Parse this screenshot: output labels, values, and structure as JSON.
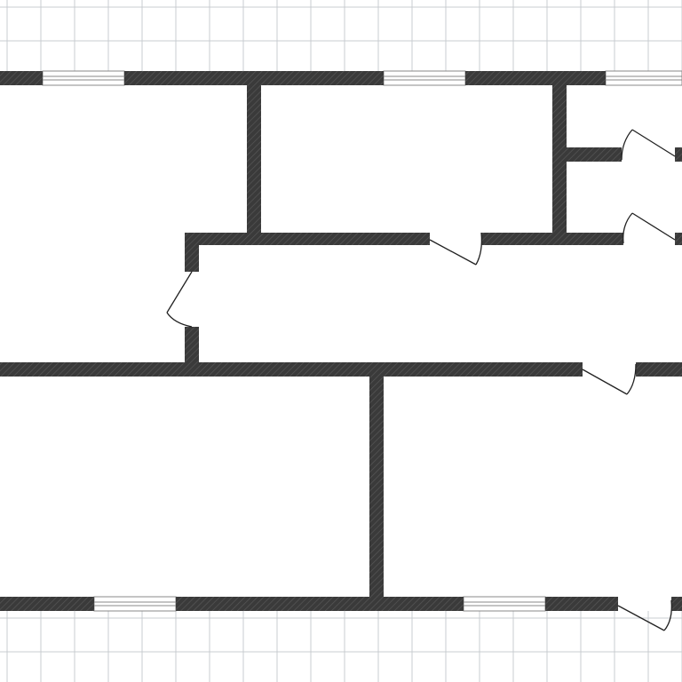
{
  "colors": {
    "background": "#ffffff",
    "grid_line": "#c9ccd0",
    "wall_fill": "#3a3a3a",
    "wall_hatch": "#5a5a5a",
    "door_line": "#222222",
    "window_frame": "#8a8a8a",
    "floor": "#ffffff"
  },
  "plan": {
    "rooms": [
      {
        "id": "room-top-left"
      },
      {
        "id": "room-top-middle"
      },
      {
        "id": "room-top-right-closet"
      },
      {
        "id": "room-right-small"
      },
      {
        "id": "hallway"
      },
      {
        "id": "room-bottom-left"
      },
      {
        "id": "room-bottom-right"
      }
    ],
    "windows": [
      {
        "id": "window-top-1"
      },
      {
        "id": "window-top-2"
      },
      {
        "id": "window-top-3"
      },
      {
        "id": "window-bottom-1"
      },
      {
        "id": "window-bottom-2"
      }
    ],
    "doors": [
      {
        "id": "door-hall-left"
      },
      {
        "id": "door-middle-room"
      },
      {
        "id": "door-closet-upper"
      },
      {
        "id": "door-closet-lower"
      },
      {
        "id": "door-bottom-right-room"
      },
      {
        "id": "door-entrance"
      }
    ]
  }
}
